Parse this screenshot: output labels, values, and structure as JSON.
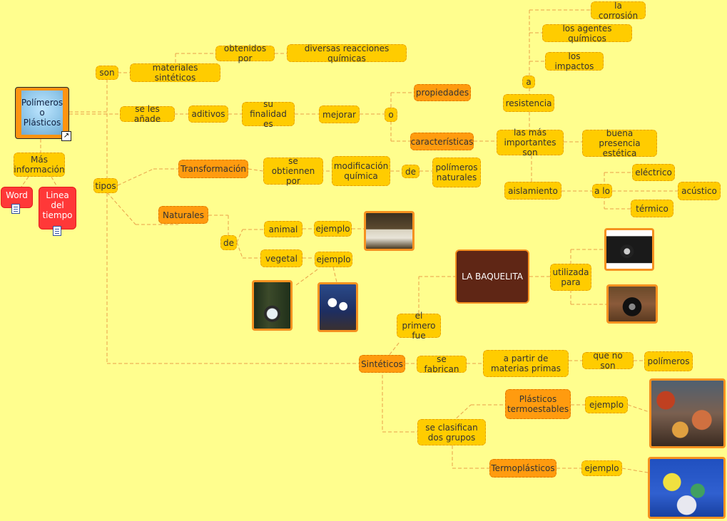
{
  "main_topic": {
    "line1": "Polímeros",
    "line2": "o",
    "line3": "Plásticos"
  },
  "more_info": {
    "label": "Más información"
  },
  "resources": {
    "word": "Word",
    "timeline": "Linea del tiempo"
  },
  "nodes": {
    "son": "son",
    "materiales_sinteticos": "materiales sintéticos",
    "obtenidos_por": "obtenidos por",
    "diversas_reacciones": "diversas reacciones químicas",
    "se_les_anade": "se les añade",
    "aditivos": "aditivos",
    "su_finalidad": "su finalidad es",
    "mejorar": "mejorar",
    "o": "o",
    "propiedades": "propiedades",
    "caracteristicas": "características",
    "mas_importantes": "las más importantes son",
    "resistencia": "resistencia",
    "a": "a",
    "la_corrosion": "la corrosión",
    "agentes_quimicos": "los agentes químicos",
    "los_impactos": "los impactos",
    "buena_presencia": "buena presencia estética",
    "aislamiento": "aislamiento",
    "a_lo": "a lo",
    "electrico": "eléctrico",
    "acustico": "acústico",
    "termico": "térmico",
    "tipos": "tipos",
    "transformacion": "Transformación",
    "se_obtiennen": "se obtiennen por",
    "modificacion_quimica": "modificación química",
    "de1": "de",
    "polimeros_naturales": "polímeros naturales",
    "naturales": "Naturales",
    "de2": "de",
    "animal": "animal",
    "ejemplo_animal": "ejemplo",
    "vegetal": "vegetal",
    "ejemplo_vegetal": "ejemplo",
    "la_baquelita": "LA BAQUELITA",
    "utilizada_para": "utilizada para",
    "el_primero_fue": "el primero fue",
    "sinteticos": "Sintéticos",
    "se_fabrican": "se fabrican",
    "a_partir_de": "a partir de materias primas",
    "que_no_son": "que no son",
    "polimeros": "polímeros",
    "se_clasifican": "se clasifican dos grupos",
    "termoestables": "Plásticos termoestables",
    "ejemplo_termo": "ejemplo",
    "termoplasticos": "Termoplásticos",
    "ejemplo_termopl": "ejemplo"
  },
  "colors": {
    "background": "#fffe8e",
    "node": "#ffcc00",
    "node_orange": "#ff9b0f",
    "link": "#e8a04a",
    "red_node": "#ff3838"
  }
}
